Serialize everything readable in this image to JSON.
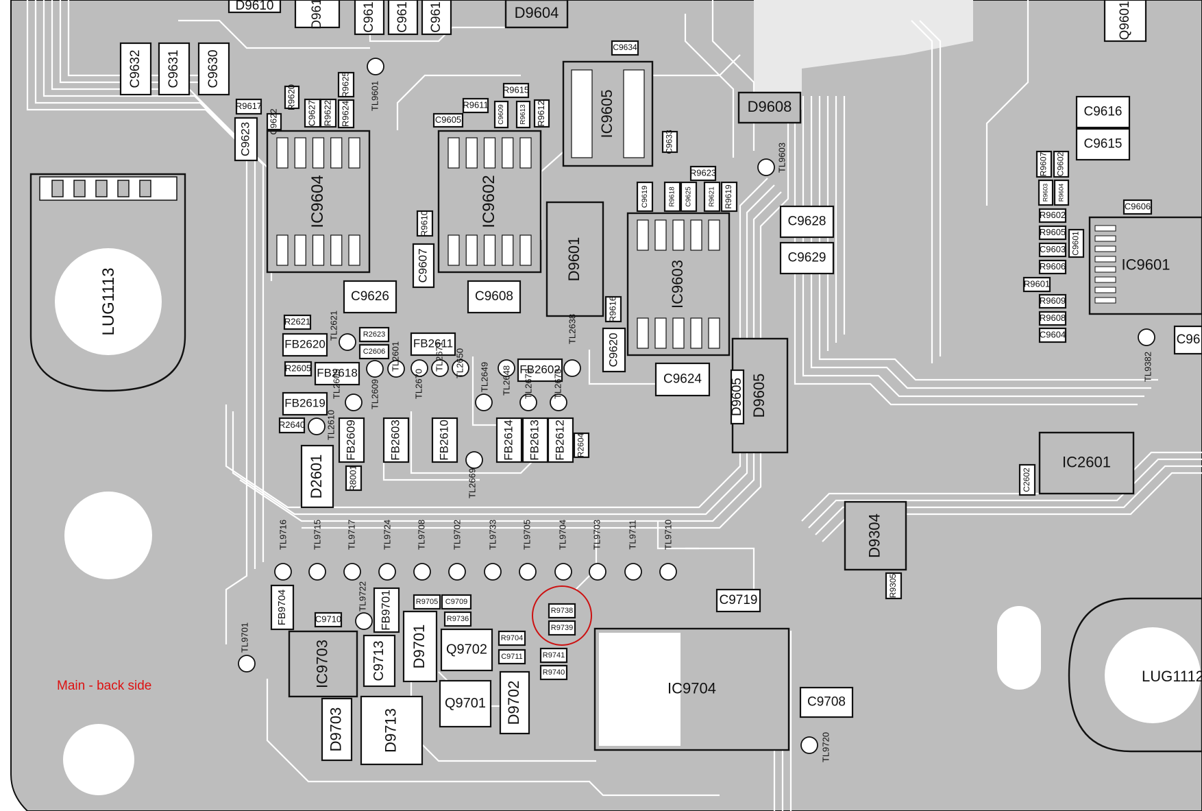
{
  "caption": "Main - back side",
  "colors": {
    "board": "#bdbdbd",
    "copper_trace": "#ffffff",
    "silk": "#111111",
    "caption": "#dd1111",
    "highlight": "#cc1111"
  },
  "highlight": {
    "refs": [
      "R9738",
      "R9739"
    ]
  },
  "large_ics": [
    {
      "id": "IC9604",
      "label": "IC9604"
    },
    {
      "id": "IC9602",
      "label": "IC9602"
    },
    {
      "id": "IC9605",
      "label": "IC9605"
    },
    {
      "id": "IC9603",
      "label": "IC9603"
    },
    {
      "id": "IC9601",
      "label": "IC9601"
    },
    {
      "id": "IC2601",
      "label": "IC2601"
    },
    {
      "id": "IC9704",
      "label": "IC9704"
    },
    {
      "id": "IC9703",
      "label": "IC9703"
    },
    {
      "id": "D9601",
      "label": "D9601"
    },
    {
      "id": "D9605",
      "label": "D9605"
    },
    {
      "id": "D9304",
      "label": "D9304"
    },
    {
      "id": "D9604",
      "label": "D9604"
    },
    {
      "id": "D9608",
      "label": "D9608"
    }
  ],
  "lugs": [
    {
      "id": "LUG1113",
      "label": "LUG1113"
    },
    {
      "id": "LUG1112",
      "label": "LUG1112"
    }
  ],
  "components": [
    {
      "ref": "C9632"
    },
    {
      "ref": "C9631"
    },
    {
      "ref": "C9630"
    },
    {
      "ref": "C9623"
    },
    {
      "ref": "R9617"
    },
    {
      "ref": "C9622"
    },
    {
      "ref": "R9620"
    },
    {
      "ref": "C9627"
    },
    {
      "ref": "R9622"
    },
    {
      "ref": "R9625"
    },
    {
      "ref": "R9624"
    },
    {
      "ref": "R9611"
    },
    {
      "ref": "C9605"
    },
    {
      "ref": "C9609"
    },
    {
      "ref": "R9613"
    },
    {
      "ref": "R9615"
    },
    {
      "ref": "R9612"
    },
    {
      "ref": "C9634"
    },
    {
      "ref": "C9633"
    },
    {
      "ref": "R9623"
    },
    {
      "ref": "C9619"
    },
    {
      "ref": "R9618"
    },
    {
      "ref": "C9625"
    },
    {
      "ref": "R9621"
    },
    {
      "ref": "R9619"
    },
    {
      "ref": "R9610"
    },
    {
      "ref": "C9607"
    },
    {
      "ref": "C9626"
    },
    {
      "ref": "C9608"
    },
    {
      "ref": "R9616"
    },
    {
      "ref": "C9620"
    },
    {
      "ref": "C9624"
    },
    {
      "ref": "C9628"
    },
    {
      "ref": "C9629"
    },
    {
      "ref": "C9616"
    },
    {
      "ref": "C9615"
    },
    {
      "ref": "R9607"
    },
    {
      "ref": "C9602"
    },
    {
      "ref": "R9603"
    },
    {
      "ref": "R9604"
    },
    {
      "ref": "C9606"
    },
    {
      "ref": "R9602"
    },
    {
      "ref": "R9605"
    },
    {
      "ref": "C9603"
    },
    {
      "ref": "R9606"
    },
    {
      "ref": "R9601"
    },
    {
      "ref": "C9601"
    },
    {
      "ref": "R9609"
    },
    {
      "ref": "R9608"
    },
    {
      "ref": "C9604"
    },
    {
      "ref": "R2621"
    },
    {
      "ref": "FB2620"
    },
    {
      "ref": "R2623"
    },
    {
      "ref": "C2606"
    },
    {
      "ref": "FB2611"
    },
    {
      "ref": "FB2602"
    },
    {
      "ref": "R2605"
    },
    {
      "ref": "FB2618"
    },
    {
      "ref": "FB2619"
    },
    {
      "ref": "R2640"
    },
    {
      "ref": "FB2609"
    },
    {
      "ref": "FB2603"
    },
    {
      "ref": "FB2610"
    },
    {
      "ref": "FB2614"
    },
    {
      "ref": "FB2613"
    },
    {
      "ref": "FB2612"
    },
    {
      "ref": "R2604"
    },
    {
      "ref": "D2601"
    },
    {
      "ref": "R8001"
    },
    {
      "ref": "C2602"
    },
    {
      "ref": "R9305"
    },
    {
      "ref": "FB9704"
    },
    {
      "ref": "C9710"
    },
    {
      "ref": "FB9701"
    },
    {
      "ref": "R9705"
    },
    {
      "ref": "C9709"
    },
    {
      "ref": "R9736"
    },
    {
      "ref": "R9738"
    },
    {
      "ref": "R9739"
    },
    {
      "ref": "D9701"
    },
    {
      "ref": "Q9702"
    },
    {
      "ref": "R9704"
    },
    {
      "ref": "C9711"
    },
    {
      "ref": "R9741"
    },
    {
      "ref": "R9740"
    },
    {
      "ref": "C9713"
    },
    {
      "ref": "Q9701"
    },
    {
      "ref": "D9702"
    },
    {
      "ref": "D9703"
    },
    {
      "ref": "D9713"
    },
    {
      "ref": "C9719"
    },
    {
      "ref": "C9708"
    },
    {
      "ref": "C961"
    },
    {
      "ref": "C961"
    },
    {
      "ref": "C961"
    },
    {
      "ref": "D961"
    },
    {
      "ref": "D9610"
    },
    {
      "ref": "Q9601"
    },
    {
      "ref": "D9605"
    },
    {
      "ref": "C96"
    }
  ],
  "testpoints": [
    {
      "ref": "TL9601"
    },
    {
      "ref": "TL9603"
    },
    {
      "ref": "TL9382"
    },
    {
      "ref": "TL2621"
    },
    {
      "ref": "TL2609"
    },
    {
      "ref": "TL2601"
    },
    {
      "ref": "TL2670"
    },
    {
      "ref": "TL2671"
    },
    {
      "ref": "TL2650"
    },
    {
      "ref": "TL2649"
    },
    {
      "ref": "TL2648"
    },
    {
      "ref": "TL2672"
    },
    {
      "ref": "TL2638"
    },
    {
      "ref": "TL2673"
    },
    {
      "ref": "TL2605"
    },
    {
      "ref": "TL2610"
    },
    {
      "ref": "TL2669"
    },
    {
      "ref": "TL9716"
    },
    {
      "ref": "TL9715"
    },
    {
      "ref": "TL9717"
    },
    {
      "ref": "TL9724"
    },
    {
      "ref": "TL9708"
    },
    {
      "ref": "TL9702"
    },
    {
      "ref": "TL9733"
    },
    {
      "ref": "TL9705"
    },
    {
      "ref": "TL9704"
    },
    {
      "ref": "TL9703"
    },
    {
      "ref": "TL9711"
    },
    {
      "ref": "TL9710"
    },
    {
      "ref": "TL9722"
    },
    {
      "ref": "TL9701"
    },
    {
      "ref": "TL9720"
    }
  ]
}
